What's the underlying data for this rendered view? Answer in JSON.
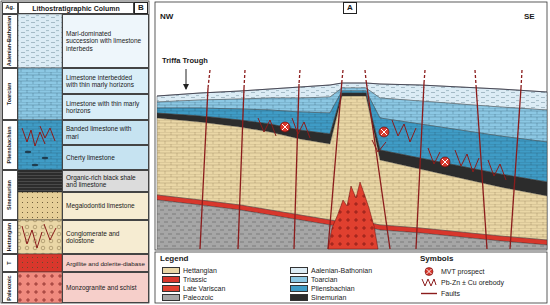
{
  "diagram": {
    "nodes": [
      {
        "text": [
          "B"
        ]
      },
      {
        "text": [
          "Ag."
        ]
      },
      {
        "text": [
          "Lithostratigraphic Column"
        ]
      },
      {
        "text": [
          "Aalenian-Bathonian"
        ]
      },
      {
        "text": [
          "Marl-dominated succession with limestone interbeds"
        ]
      },
      {
        "text": [
          "Toarcian"
        ]
      },
      {
        "text": [
          "Limestone interbedded with thin marly horizons"
        ]
      },
      {
        "text": [
          "Limestone with thin marly horizons"
        ]
      },
      {
        "text": [
          "Pliensbachian"
        ]
      },
      {
        "text": [
          "Banded limestone with marl"
        ]
      },
      {
        "text": [
          "Cherty limestone"
        ]
      },
      {
        "text": [
          "Sinemurian"
        ]
      },
      {
        "text": [
          "Organic-rich black shale and limestone"
        ]
      },
      {
        "text": [
          "Megalodontid limestone"
        ]
      },
      {
        "text": [
          "Hettangian"
        ]
      },
      {
        "text": [
          "Conglomerate and dolostone"
        ]
      },
      {
        "text": [
          "T"
        ]
      },
      {
        "text": [
          "Argillite and dolerite-diabase"
        ]
      },
      {
        "text": [
          "Paleozoic"
        ]
      },
      {
        "text": [
          "Monzogranite and schist"
        ]
      },
      {
        "text": [
          "A"
        ]
      }
    ],
    "labels": [
      "NW",
      "SE",
      "Triffa Trough",
      "Legend",
      "Symbols"
    ],
    "legend": [
      {
        "text": "Hettangian",
        "color": "#ead7a6"
      },
      {
        "text": "Triassic",
        "color": "#d8372c"
      },
      {
        "text": "Late Variscan",
        "color": "#e0402f"
      },
      {
        "text": "Paleozoic",
        "color": "#a6a6a6"
      },
      {
        "text": "Aalenian-Bathonian",
        "color": "#dcecf5"
      },
      {
        "text": "Toarcian",
        "color": "#8cc8e4"
      },
      {
        "text": "Pliensbachian",
        "color": "#3f9cc6"
      },
      {
        "text": "Sinemurian",
        "color": "#2c2c2c"
      },
      {
        "text": "MVT prospect"
      },
      {
        "text": "Pb-Zn ± Cu orebody"
      },
      {
        "text": "Faults"
      }
    ]
  }
}
